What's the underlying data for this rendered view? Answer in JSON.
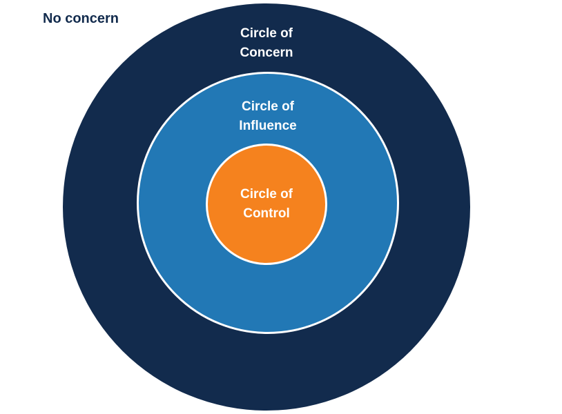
{
  "page": {
    "no_concern_label": "No concern"
  },
  "diagram": {
    "type": "concentric-circles",
    "circles": [
      {
        "name": "circle-of-concern",
        "label": "Circle of Concern",
        "color": "#122b4d",
        "position": "outer"
      },
      {
        "name": "circle-of-influence",
        "label": "Circle of Influence",
        "color": "#2278b5",
        "position": "middle"
      },
      {
        "name": "circle-of-control",
        "label": "Circle of Control",
        "color": "#f5821e",
        "position": "inner"
      }
    ]
  },
  "colors": {
    "navy": "#122b4d",
    "blue": "#2278b5",
    "orange": "#f5821e",
    "label-text": "#ffffff",
    "annotation-text": "#122b4d",
    "background": "#ffffff"
  }
}
